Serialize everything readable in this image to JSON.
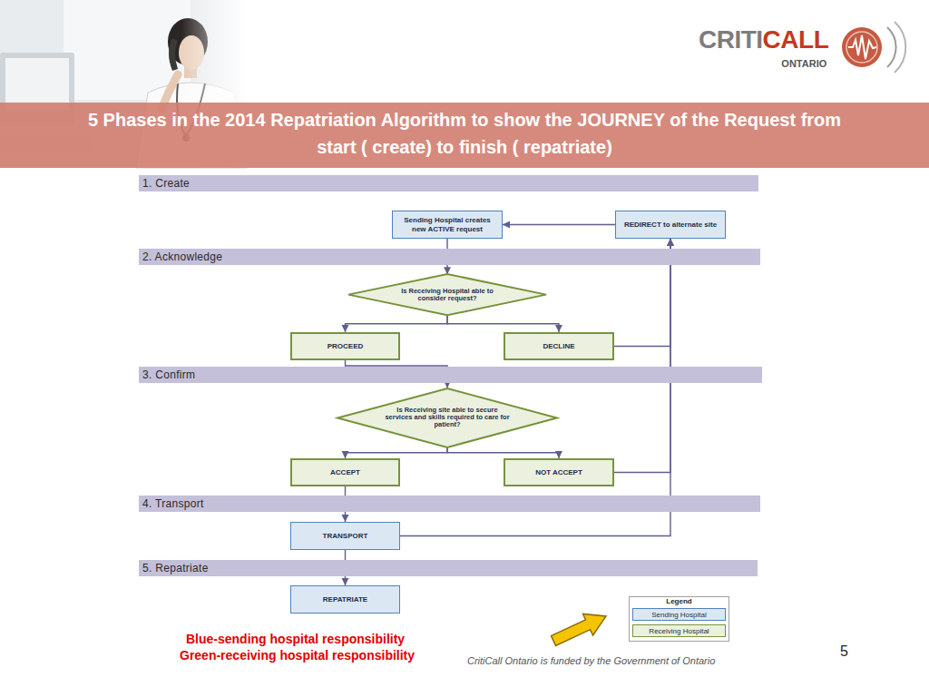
{
  "diagram": {
    "title": "5 Phases in the 2014 Repatriation Algorithm to show the JOURNEY of the Request from start ( create) to finish ( repatriate)",
    "nodes": [
      {
        "text": [
          "1. Create"
        ]
      },
      {
        "text": [
          "Sending Hospital creates new ACTIVE request"
        ]
      },
      {
        "text": [
          "REDIRECT to alternate site"
        ]
      },
      {
        "text": [
          "2. Acknowledge"
        ]
      },
      {
        "text": [
          "Is Receiving Hospital able to consider request?"
        ]
      },
      {
        "text": [
          "PROCEED"
        ]
      },
      {
        "text": [
          "DECLINE"
        ]
      },
      {
        "text": [
          "3. Confirm"
        ]
      },
      {
        "text": [
          "Is Receiving site able to secure services and skills required to care for patient?"
        ]
      },
      {
        "text": [
          "ACCEPT"
        ]
      },
      {
        "text": [
          "NOT ACCEPT"
        ]
      },
      {
        "text": [
          "4. Transport"
        ]
      },
      {
        "text": [
          "TRANSPORT"
        ]
      },
      {
        "text": [
          "5. Repatriate"
        ]
      },
      {
        "text": [
          "REPATRIATE"
        ]
      }
    ],
    "edges": [
      {
        "from": 1,
        "to": 4,
        "arrow": "to"
      },
      {
        "from": 4,
        "to": 5,
        "arrow": "to"
      },
      {
        "from": 4,
        "to": 6,
        "arrow": "to"
      },
      {
        "from": 6,
        "to": 2,
        "arrow": "to"
      },
      {
        "from": 2,
        "to": 1,
        "arrow": "to"
      },
      {
        "from": 5,
        "to": 8,
        "arrow": "to"
      },
      {
        "from": 8,
        "to": 9,
        "arrow": "to"
      },
      {
        "from": 8,
        "to": 10,
        "arrow": "to"
      },
      {
        "from": 10,
        "to": 2,
        "arrow": "to"
      },
      {
        "from": 9,
        "to": 12,
        "arrow": "to"
      },
      {
        "from": 12,
        "to": 2,
        "arrow": "to"
      },
      {
        "from": 12,
        "to": 14,
        "arrow": "to"
      }
    ],
    "labels": [
      "CRITI",
      "CALL",
      "ONTARIO",
      "Legend",
      "Blue-sending hospital responsibility",
      "Green-receiving hospital responsibility",
      "CritiCall Ontario is funded by the Government of Ontario",
      "5"
    ],
    "legend": [
      {
        "text": "Sending Hospital",
        "color": "#dbe8f3"
      },
      {
        "text": "Receiving Hospital",
        "color": "#ebf1de"
      }
    ]
  }
}
